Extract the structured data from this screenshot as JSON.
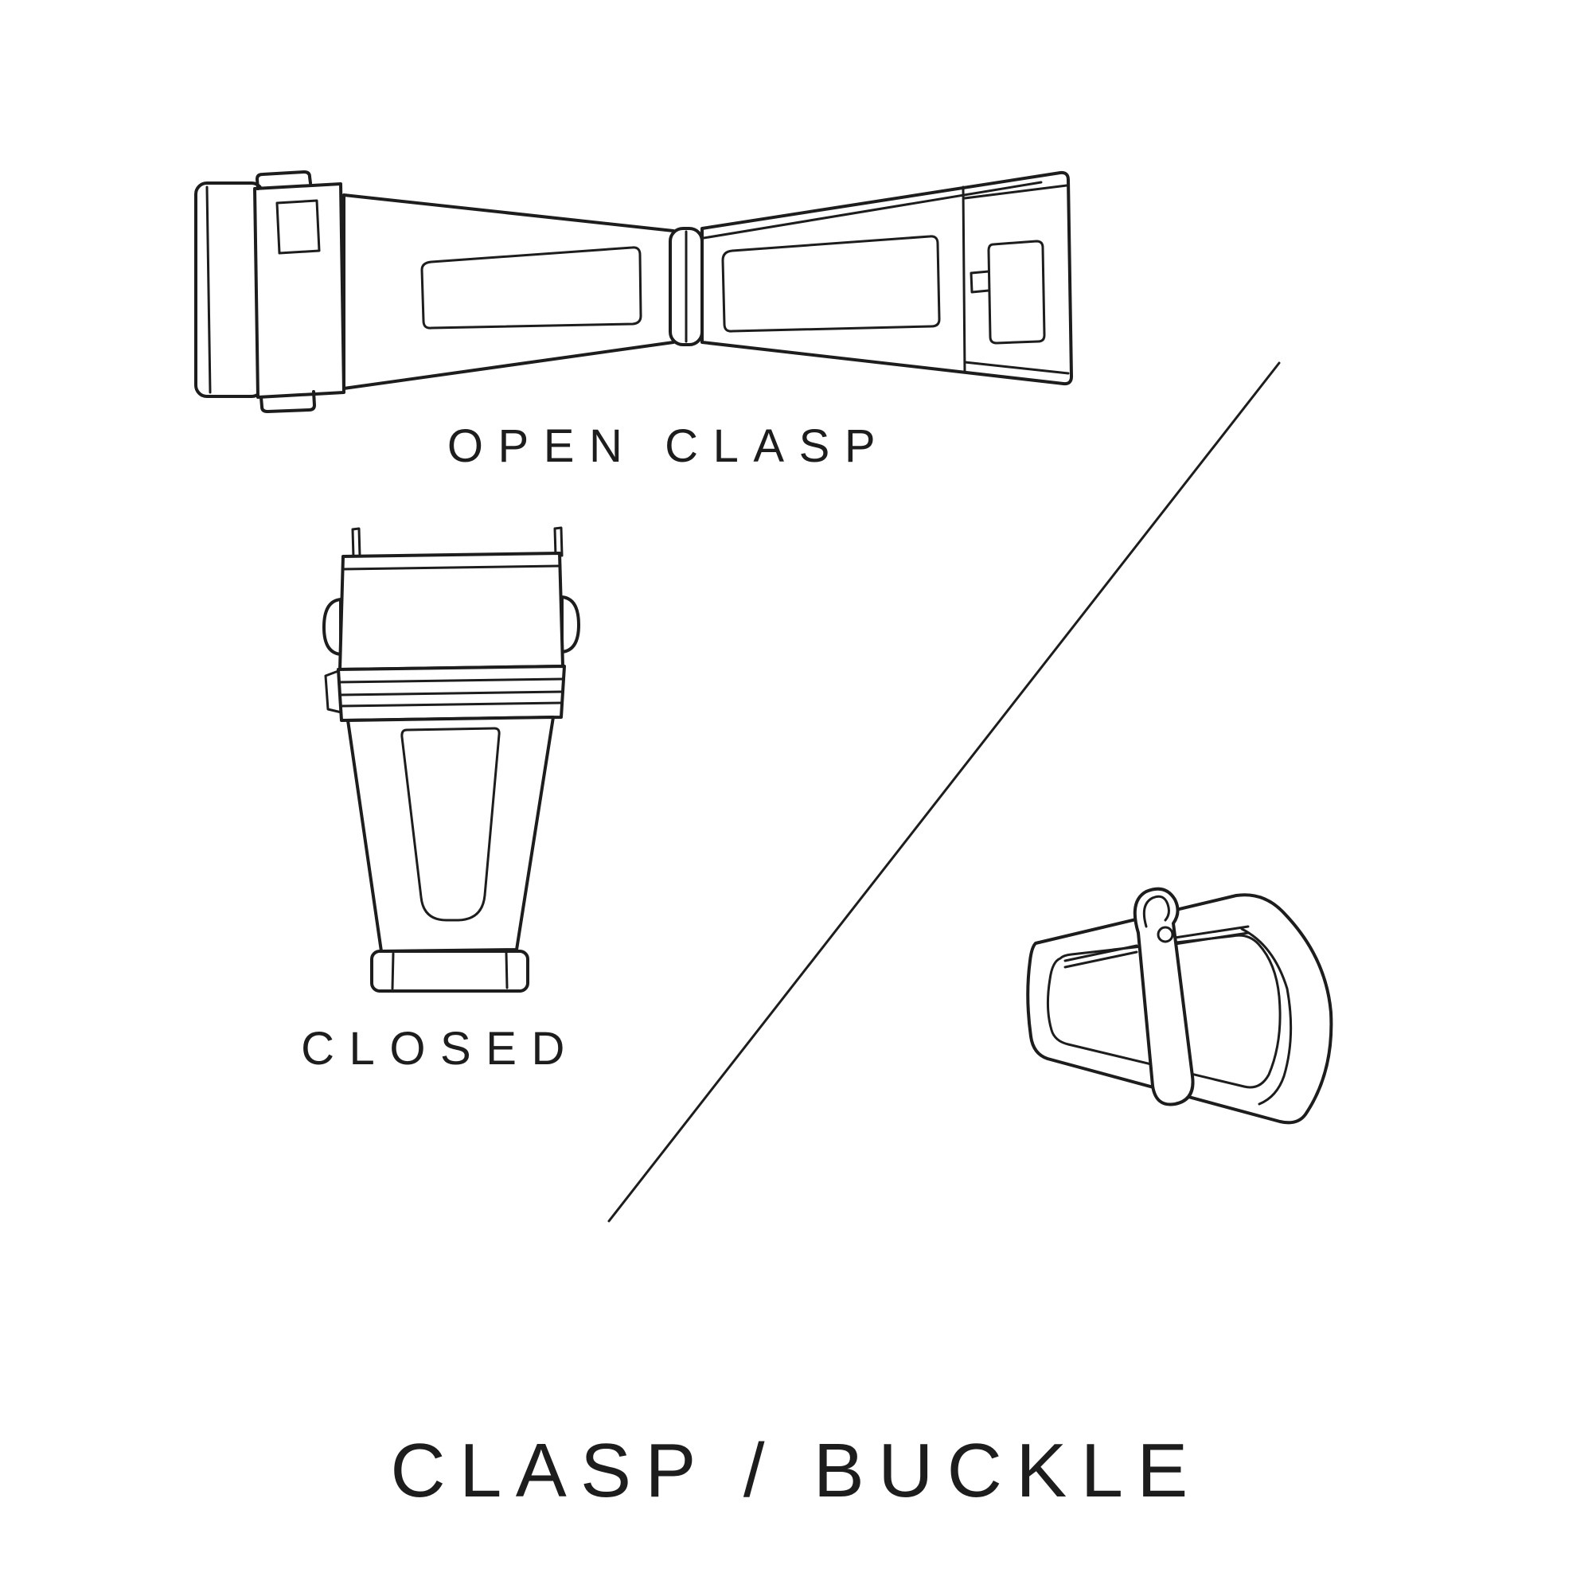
{
  "page": {
    "background_color": "#ffffff",
    "ink_color": "#1d1d1d"
  },
  "title": "CLASP / BUCKLE",
  "captions": {
    "open_clasp": "OPEN CLASP",
    "closed": "CLOSED"
  },
  "illustrations": {
    "open_clasp": "open-deployant-clasp-line-drawing",
    "closed_clasp": "closed-deployant-clasp-line-drawing",
    "tang_buckle": "tang-buckle-line-drawing",
    "divider": "diagonal-divider-line"
  }
}
